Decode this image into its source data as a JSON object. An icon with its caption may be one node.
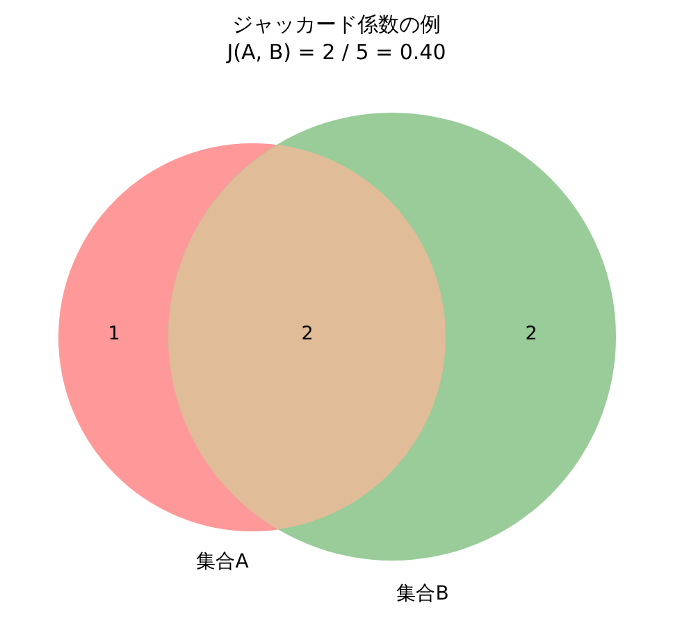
{
  "diagram": {
    "title": "ジャッカード係数の例",
    "nodes": [
      {
        "text": [
          "1",
          "集合A"
        ]
      },
      {
        "text": [
          "2"
        ]
      },
      {
        "text": [
          "2",
          "集合B"
        ]
      }
    ],
    "labels": [
      "J(A, B) = 2 / 5 = 0.40"
    ]
  }
}
